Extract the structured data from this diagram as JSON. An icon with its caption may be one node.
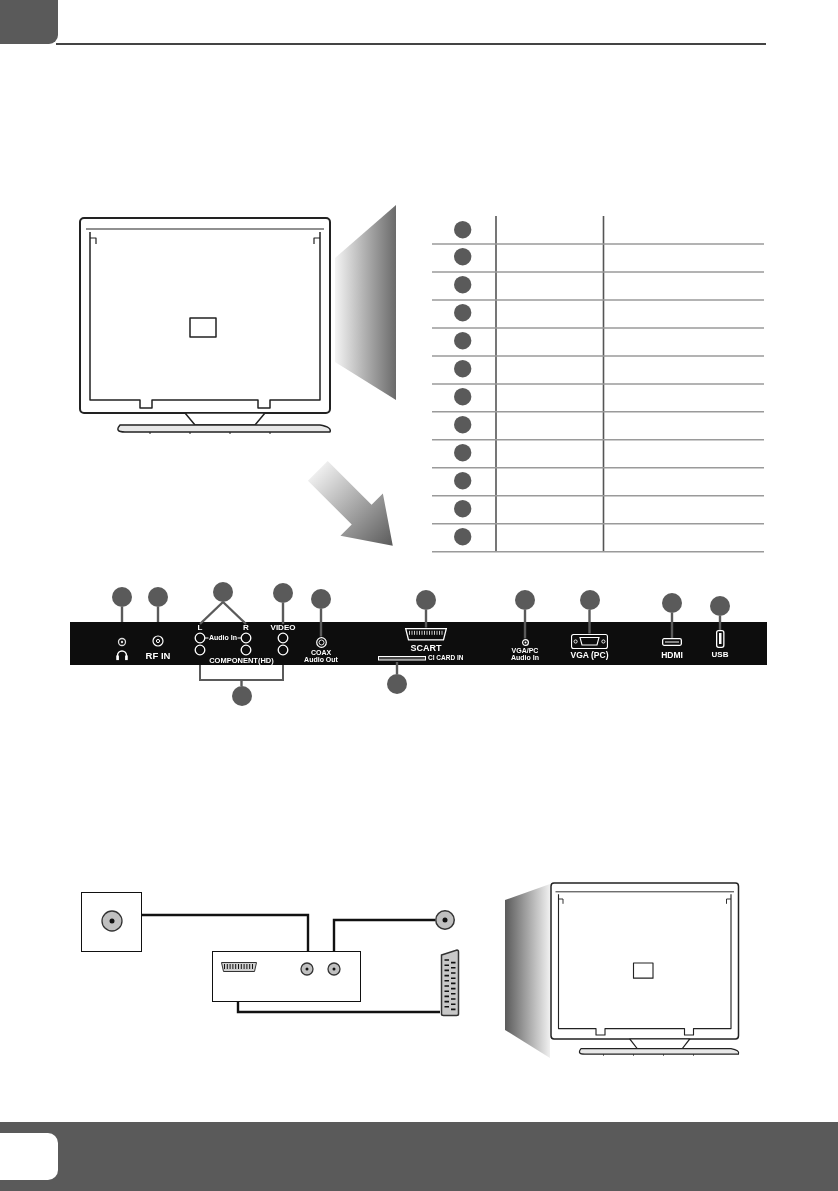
{
  "diagram": {
    "nodes": [
      {
        "text": [],
        "shape": "circle"
      },
      {
        "text": [],
        "shape": "circle"
      },
      {
        "text": [],
        "shape": "circle"
      },
      {
        "text": [],
        "shape": "circle"
      },
      {
        "text": [],
        "shape": "circle"
      },
      {
        "text": [],
        "shape": "circle"
      },
      {
        "text": [],
        "shape": "circle"
      },
      {
        "text": [],
        "shape": "circle"
      },
      {
        "text": [],
        "shape": "circle"
      },
      {
        "text": [],
        "shape": "circle"
      },
      {
        "text": [
          "L"
        ]
      },
      {
        "text": [
          "R"
        ]
      },
      {
        "text": [
          "VIDEO"
        ]
      },
      {
        "text": [
          "COAX Audio Out"
        ]
      },
      {
        "text": [
          "SCART"
        ]
      },
      {
        "text": [
          "CI CARD IN"
        ]
      },
      {
        "text": [
          "VGA/PC Audio In"
        ]
      },
      {
        "text": [
          "VGA (PC)"
        ]
      },
      {
        "text": [
          "HDMI"
        ]
      },
      {
        "text": [
          "USB"
        ]
      },
      {
        "text": [],
        "shape": "circle"
      },
      {
        "text": [],
        "shape": "circle"
      },
      {
        "text": [],
        "shape": "box"
      },
      {
        "text": [],
        "shape": "box"
      },
      {
        "text": [],
        "shape": "circle"
      },
      {
        "text": [],
        "shape": "picture"
      }
    ],
    "edges": [
      {
        "from": 0,
        "to": null,
        "arrow": "none"
      },
      {
        "from": 1,
        "to": null,
        "arrow": "none"
      },
      {
        "from": 2,
        "to": 10,
        "arrow": "none"
      },
      {
        "from": 2,
        "to": 11,
        "arrow": "none"
      },
      {
        "from": 3,
        "to": 12,
        "arrow": "none"
      },
      {
        "from": 4,
        "to": 13,
        "arrow": "none"
      },
      {
        "from": 5,
        "to": 14,
        "arrow": "none"
      },
      {
        "from": 6,
        "to": 16,
        "arrow": "none"
      },
      {
        "from": 7,
        "to": 17,
        "arrow": "none"
      },
      {
        "from": 8,
        "to": 18,
        "arrow": "none"
      },
      {
        "from": 9,
        "to": 19,
        "arrow": "none"
      },
      {
        "from": 20,
        "to": null,
        "arrow": "none"
      },
      {
        "from": 21,
        "to": 15,
        "arrow": "none"
      },
      {
        "from": 22,
        "to": 23,
        "arrow": "none",
        "color": "#111111"
      },
      {
        "from": 23,
        "to": 24,
        "arrow": "none",
        "color": "#111111"
      },
      {
        "from": 23,
        "to": 25,
        "arrow": "none",
        "color": "#111111"
      }
    ],
    "labels": [
      "RF IN",
      "Audio In",
      "COMPONENT(HD)"
    ]
  }
}
